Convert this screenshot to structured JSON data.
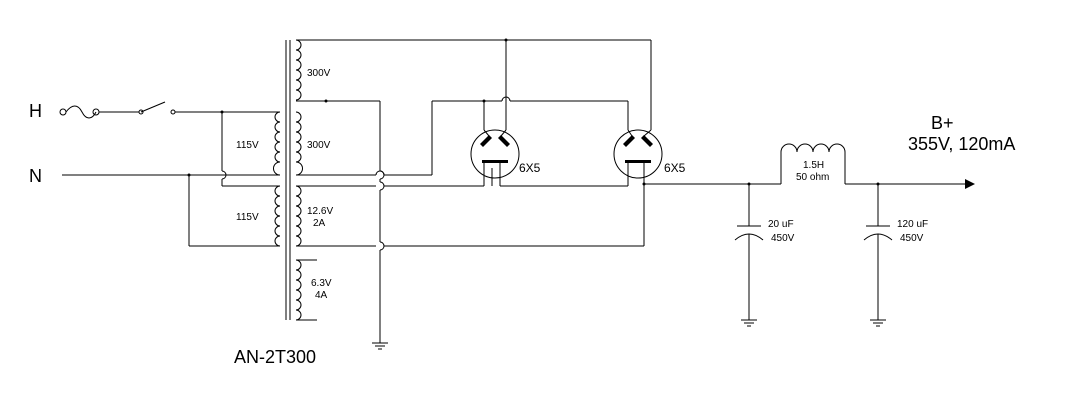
{
  "mains": {
    "hot": "H",
    "neutral": "N"
  },
  "transformer": {
    "model": "AN-2T300",
    "primary_upper": "115V",
    "primary_lower": "115V",
    "secondary_hv_upper": "300V",
    "secondary_hv_lower": "300V",
    "filament_a_voltage": "12.6V",
    "filament_a_current": "2A",
    "filament_b_voltage": "6.3V",
    "filament_b_current": "4A"
  },
  "rectifiers": [
    {
      "type": "6X5"
    },
    {
      "type": "6X5"
    }
  ],
  "choke": {
    "inductance": "1.5H",
    "resistance": "50 ohm"
  },
  "capacitors": [
    {
      "value": "20 uF",
      "voltage": "450V"
    },
    {
      "value": "120 uF",
      "voltage": "450V"
    }
  ],
  "output": {
    "label": "B+",
    "spec": "355V, 120mA"
  }
}
